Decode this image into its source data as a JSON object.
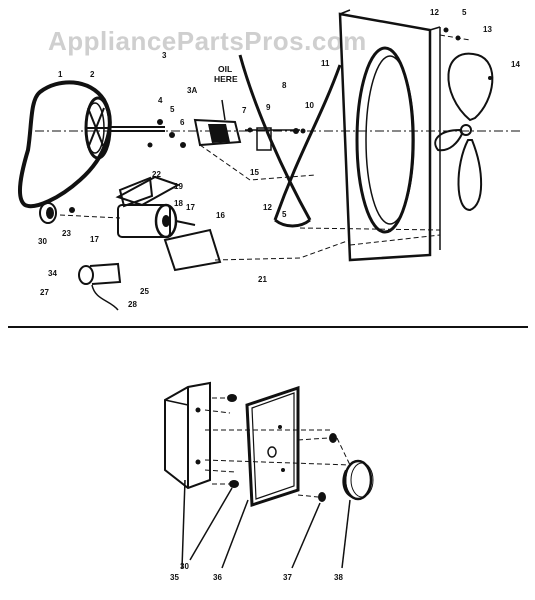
{
  "watermark": "AppliancePartsPros.com",
  "oil_note": {
    "line1": "OIL",
    "line2": "HERE"
  },
  "upper_callouts": {
    "c1": "1",
    "c2": "2",
    "c3": "3",
    "c3a": "3A",
    "c4": "4",
    "c5a": "5",
    "c5b": "5",
    "c5c": "5",
    "c6": "6",
    "c7": "7",
    "c8": "8",
    "c9": "9",
    "c10": "10",
    "c11": "11",
    "c12a": "12",
    "c12b": "12",
    "c13": "13",
    "c14": "14",
    "c15": "15",
    "c16": "16",
    "c17a": "17",
    "c17b": "17",
    "c18": "18",
    "c19": "19",
    "c21": "21",
    "c22": "22",
    "c23": "23",
    "c25": "25",
    "c27": "27",
    "c28": "28",
    "c30": "30",
    "c34": "34"
  },
  "lower_callouts": {
    "c35": "35",
    "c30": "30",
    "c36": "36",
    "c37": "37",
    "c38": "38"
  }
}
